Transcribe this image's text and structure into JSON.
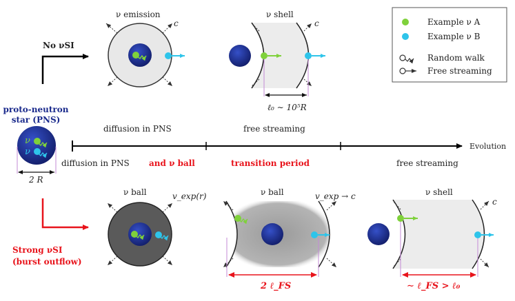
{
  "titles": {
    "nu_emission": "ν emission",
    "nu_shell_top": "ν shell",
    "nu_ball_1": "ν ball",
    "nu_ball_2": "ν ball",
    "nu_shell_bottom": "ν shell"
  },
  "speed_labels": {
    "c_top_1": "c",
    "c_top_2": "c",
    "vexp": "v_exp(r)",
    "vexp_to_c": "v_exp → c",
    "c_bottom": "c"
  },
  "legend": {
    "example_a": "Example ν A",
    "example_b": "Example ν B",
    "random_walk": "Random walk",
    "free_streaming": "Free streaming",
    "color_a": "#7fd13b",
    "color_b": "#2ec4ea"
  },
  "scenario": {
    "no_nusi": "No νSI",
    "strong_nusi": "Strong νSI",
    "burst_outflow": "(burst outflow)"
  },
  "pns": {
    "label_line1": "proto-neutron",
    "label_line2": "star (PNS)",
    "nu_symbol_1": "ν",
    "nu_symbol_2": "ν",
    "radius_label": "2 R"
  },
  "timeline": {
    "top_phase_1": "diffusion in PNS",
    "top_phase_2": "free streaming",
    "bottom_phase_1": "diffusion in PNS",
    "bottom_phase_1_red": "and ν ball",
    "bottom_phase_2": "transition period",
    "bottom_phase_3": "free streaming",
    "axis_label": "Evolution"
  },
  "dimensions": {
    "shell_width": "ℓ₀ ∼ 10⁵R",
    "ball_width": "2 ℓ_FS",
    "shell_width_si": "∼ ℓ_FS > ℓ₀"
  },
  "colors": {
    "pns_blue": "#1e2f8f",
    "red": "#e8131b",
    "light_gray": "#e6e6e6",
    "dark_gray": "#5a5a5a",
    "mid_gray": "#a8a8a8"
  }
}
